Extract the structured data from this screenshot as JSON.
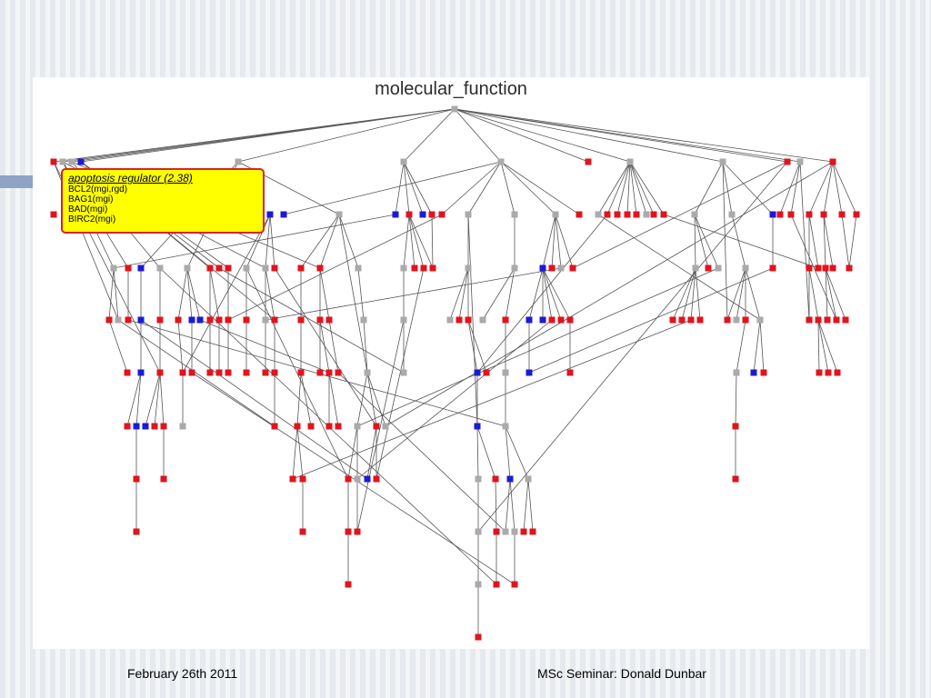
{
  "title": "molecular_function",
  "tooltip": {
    "title": "apoptosis regulator (2.38)",
    "lines": [
      "BCL2(mgi,rgd)",
      "BAG1(mgi)",
      "BAD(mgi)",
      "BIRC2(mgi)"
    ]
  },
  "footer": {
    "date": "February 26th 2011",
    "seminar": "MSc Seminar: Donald Dunbar"
  },
  "colors": {
    "red": "#e0141e",
    "gray": "#aaaaaa",
    "blue": "#1b1bd4",
    "edge": "#555555",
    "tooltip_bg": "#ffff00",
    "tooltip_border": "#d9222a"
  },
  "node_types": [
    "red",
    "gray",
    "blue"
  ]
}
